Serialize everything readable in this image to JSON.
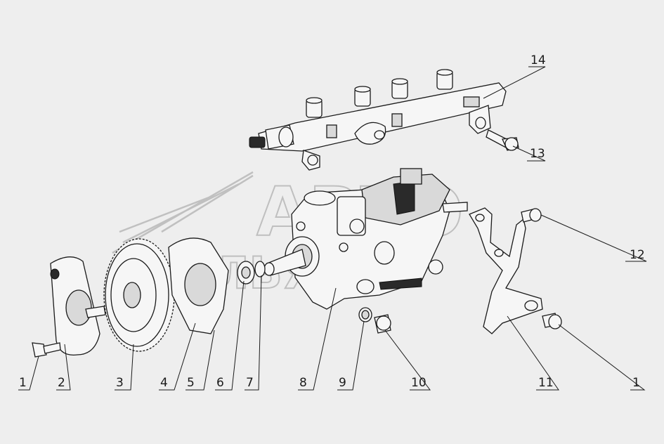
{
  "watermark": {
    "line1": "АВТО",
    "line2": "АЛЬЯНС"
  },
  "callouts": [
    {
      "label": "1"
    },
    {
      "label": "2"
    },
    {
      "label": "3"
    },
    {
      "label": "4"
    },
    {
      "label": "5"
    },
    {
      "label": "6"
    },
    {
      "label": "7"
    },
    {
      "label": "8"
    },
    {
      "label": "9"
    },
    {
      "label": "10"
    },
    {
      "label": "11"
    },
    {
      "label": "1"
    },
    {
      "label": "12"
    },
    {
      "label": "13"
    },
    {
      "label": "14"
    }
  ]
}
